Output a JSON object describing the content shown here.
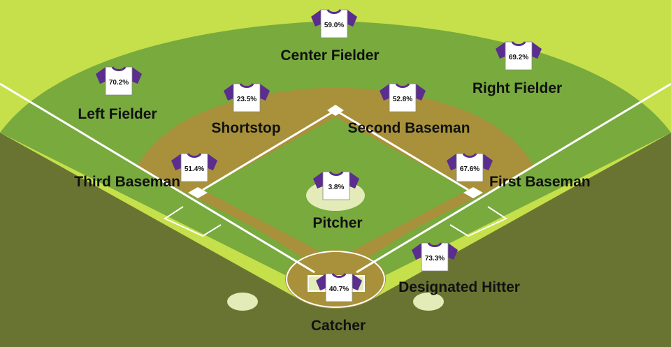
{
  "colors": {
    "background": "#c5e04a",
    "outfield": "#78aa3e",
    "infield_grass": "#78aa3e",
    "infield_dirt": "#a8913a",
    "side_wall": "#6a7432",
    "jersey_body": "#ffffff",
    "jersey_sleeve": "#5b2d8e",
    "lines": "#ffffff",
    "circle_fill": "#e3ecb8"
  },
  "positions": [
    {
      "key": "center_fielder",
      "label": "Center Fielder",
      "percent": "59.0%"
    },
    {
      "key": "left_fielder",
      "label": "Left Fielder",
      "percent": "70.2%"
    },
    {
      "key": "right_fielder",
      "label": "Right Fielder",
      "percent": "69.2%"
    },
    {
      "key": "shortstop",
      "label": "Shortstop",
      "percent": "23.5%"
    },
    {
      "key": "second_baseman",
      "label": "Second Baseman",
      "percent": "52.8%"
    },
    {
      "key": "third_baseman",
      "label": "Third Baseman",
      "percent": "51.4%"
    },
    {
      "key": "first_baseman",
      "label": "First Baseman",
      "percent": "67.6%"
    },
    {
      "key": "pitcher",
      "label": "Pitcher",
      "percent": "3.8%"
    },
    {
      "key": "catcher",
      "label": "Catcher",
      "percent": "40.7%"
    },
    {
      "key": "designated_hitter",
      "label": "Designated Hitter",
      "percent": "73.3%"
    }
  ]
}
